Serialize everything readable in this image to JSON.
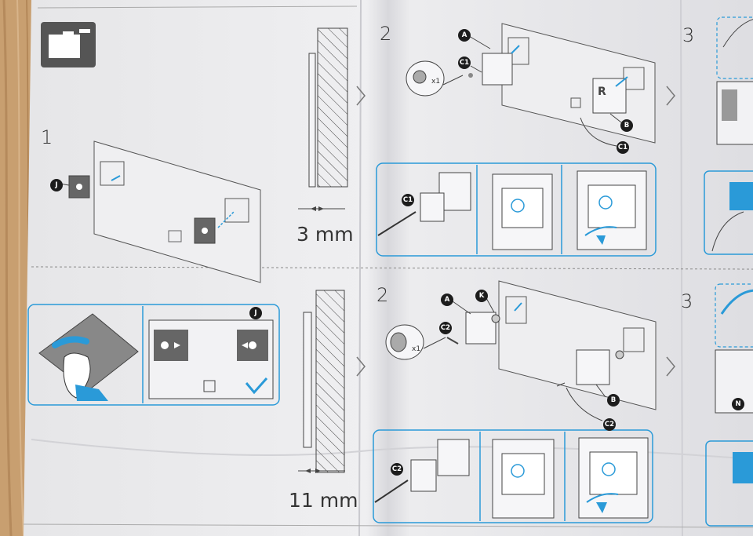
{
  "steps": {
    "step1": "1",
    "step2_top": "2",
    "step2_bottom": "2",
    "step3_top": "3",
    "step3_bottom": "3"
  },
  "measurements": {
    "gap_top": "3 mm",
    "gap_bottom": "11 mm"
  },
  "quantities": {
    "screw_c1": "x1",
    "screw_c2": "x1"
  },
  "labels": {
    "A": "A",
    "B": "B",
    "C1": "C1",
    "C2": "C2",
    "J": "J",
    "K": "K",
    "N": "N",
    "R": "R"
  },
  "colors": {
    "paper": "#e8e8ea",
    "accent_blue": "#2a9ad8",
    "ink": "#3a3a3a",
    "wood": "#caa476"
  },
  "icons": [
    "wall-mount-thumbnail-icon",
    "screw-icon",
    "checkmark-icon",
    "hand-icon"
  ]
}
